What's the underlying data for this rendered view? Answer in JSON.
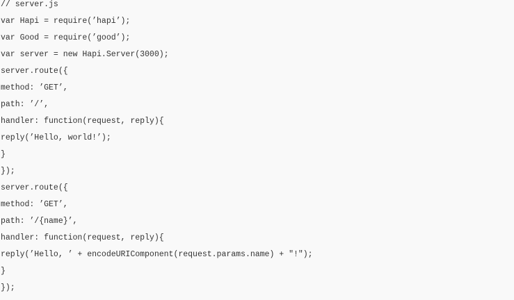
{
  "code_lines": [
    "// server.js",
    "var Hapi = require(’hapi’);",
    "var Good = require(’good’);",
    "var server = new Hapi.Server(3000);",
    "server.route({",
    "method: ’GET’,",
    "path: ’/’,",
    "handler: function(request, reply){",
    "reply(’Hello, world!’);",
    "}",
    "});",
    "server.route({",
    "method: ’GET’,",
    "path: ’/{name}’,",
    "handler: function(request, reply){",
    "reply(’Hello, ’ + encodeURIComponent(request.params.name) + ″!″);",
    "}",
    "});"
  ]
}
